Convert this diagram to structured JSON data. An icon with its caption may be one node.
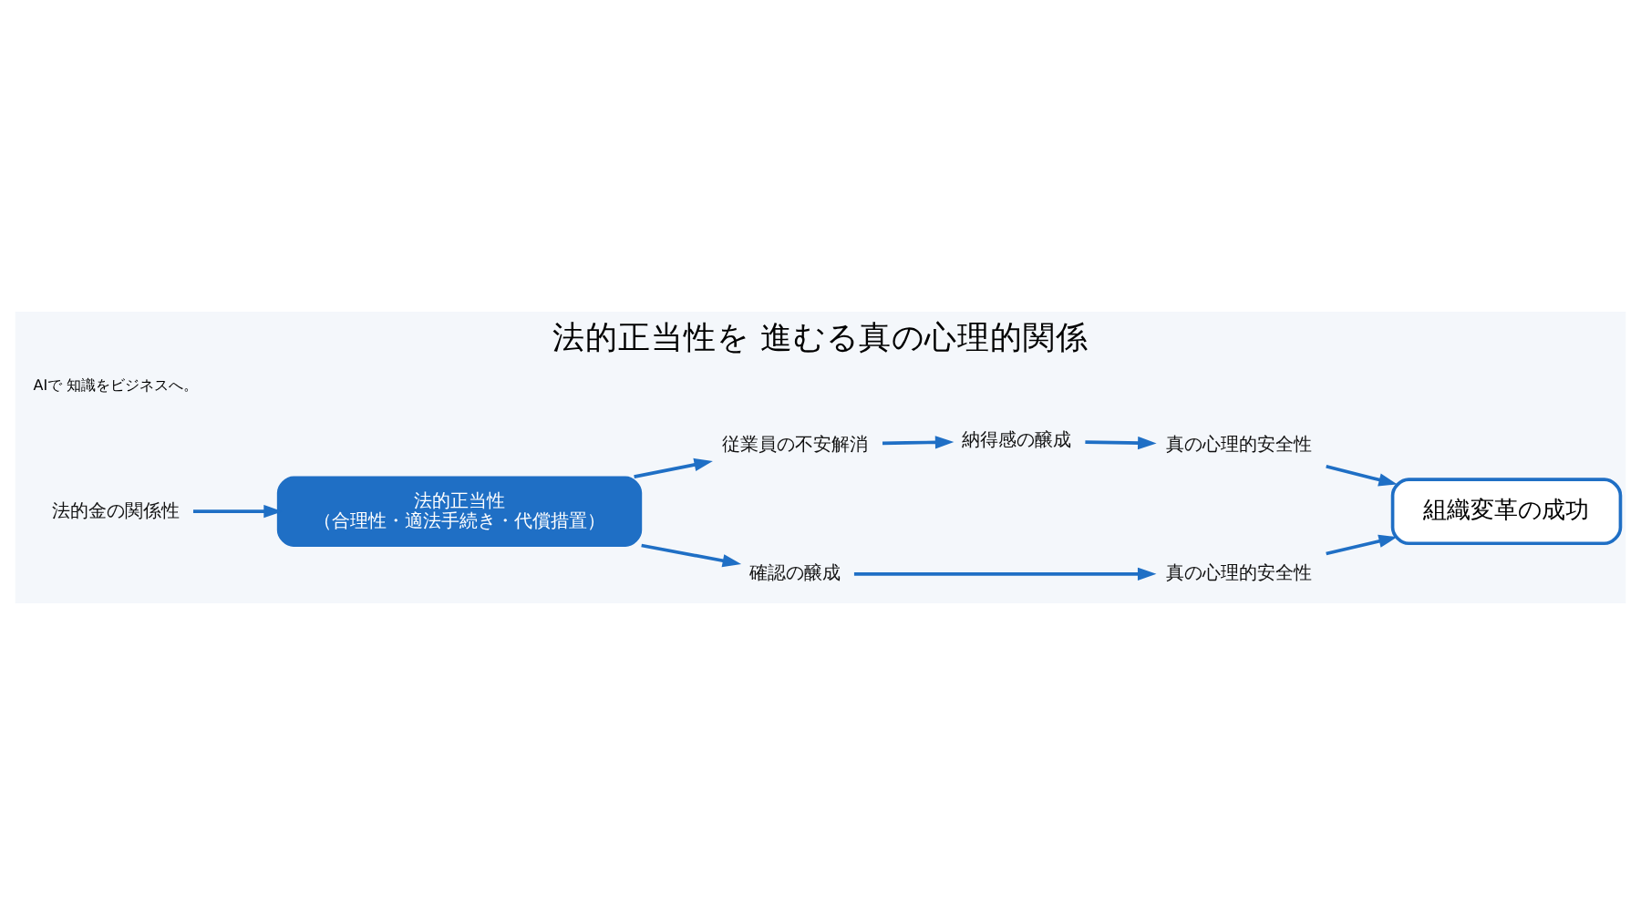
{
  "diagram": {
    "title": "法的正当性を 進むる真の心理的関係",
    "nodes": [
      {
        "text": [
          "法的金の関係性"
        ]
      },
      {
        "text": [
          "法的正当性",
          "（合理性・適法手続き・代償措置）"
        ]
      },
      {
        "text": [
          "従業員の不安解消"
        ]
      },
      {
        "text": [
          "納得感の醸成"
        ]
      },
      {
        "text": [
          "真の心理的安全性"
        ]
      },
      {
        "text": [
          "組織変革の成功"
        ]
      },
      {
        "text": [
          "確認の醸成"
        ]
      },
      {
        "text": [
          "真の心理的安全性"
        ]
      }
    ],
    "edges": [
      {
        "from": 0,
        "to": 1,
        "arrow": "to"
      },
      {
        "from": 1,
        "to": 2,
        "arrow": "to"
      },
      {
        "from": 2,
        "to": 3,
        "arrow": "to"
      },
      {
        "from": 3,
        "to": 4,
        "arrow": "to"
      },
      {
        "from": 4,
        "to": 5,
        "arrow": "to"
      },
      {
        "from": 1,
        "to": 6,
        "arrow": "to"
      },
      {
        "from": 6,
        "to": 7,
        "arrow": "to"
      },
      {
        "from": 7,
        "to": 5,
        "arrow": "to"
      }
    ],
    "labels": [
      "AIで 知識をビジネスへ。"
    ]
  }
}
